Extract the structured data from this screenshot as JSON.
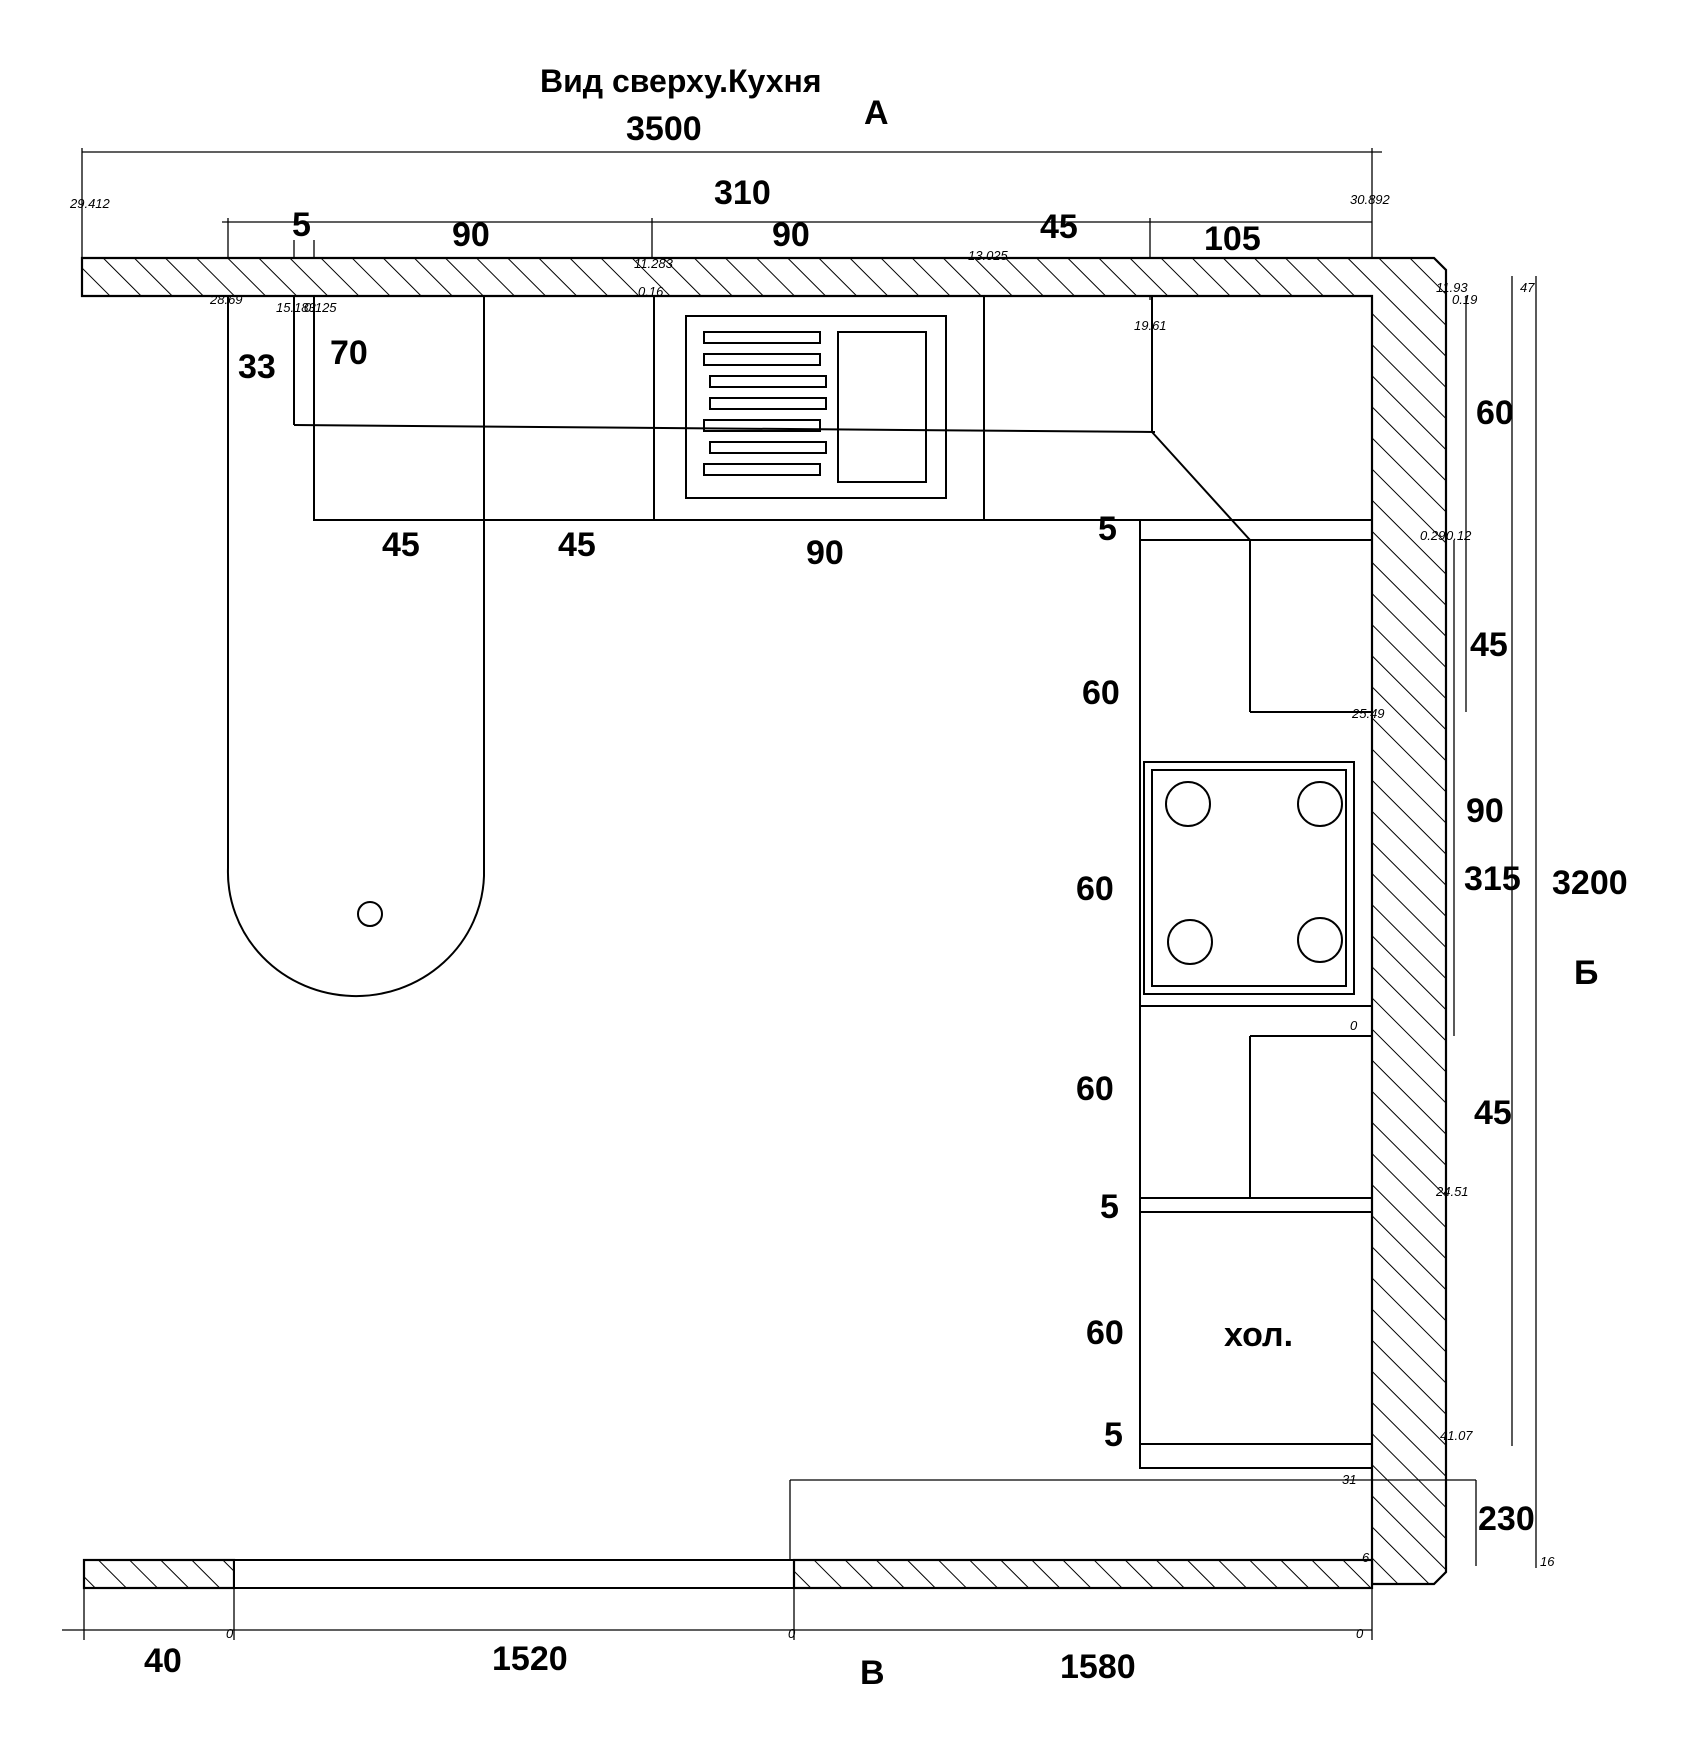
{
  "title": "Вид сверху.Кухня",
  "walls": {
    "top": "А",
    "right": "Б",
    "bottom": "В"
  },
  "overall": {
    "width": "3500",
    "height": "3200"
  },
  "top_dims": {
    "total": "310",
    "row1": [
      "5",
      "90",
      "90",
      "45",
      "105"
    ],
    "row2": [
      "45",
      "45",
      "90"
    ],
    "depth_left": "33",
    "depth_inner": "70"
  },
  "right_outer_dims": [
    "60",
    "45",
    "90",
    "315",
    "45",
    "230"
  ],
  "cabinet_dims": [
    "5",
    "60",
    "60",
    "60",
    "5",
    "60",
    "5"
  ],
  "bottom_dims": [
    "40",
    "1520",
    "1580"
  ],
  "fridge_label": "хол.",
  "small_labels": [
    "29.412",
    "30.892",
    "11.283",
    "0.16",
    "13.025",
    "28.69",
    "15.183",
    "0.125",
    "19.61",
    "11.93",
    "0.19",
    "47",
    "0.29",
    "0.12",
    "25.49",
    "0",
    "24.51",
    "41.07",
    "31",
    "6",
    "0",
    "0",
    "0",
    "16"
  ]
}
